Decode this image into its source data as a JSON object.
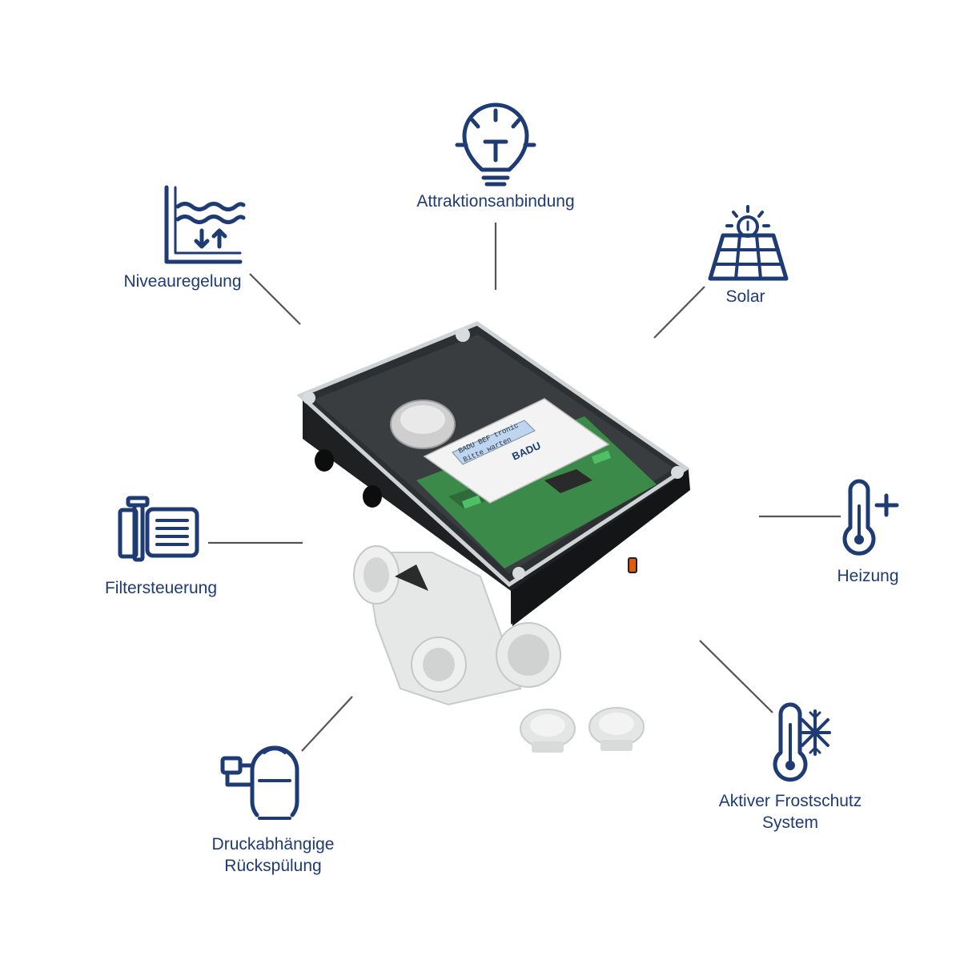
{
  "colors": {
    "navy": "#1f3b73",
    "connector": "#555555",
    "lid": "#2a2d30",
    "housing": "#1d1f21",
    "valve": "#e9ebea",
    "pcb": "#3c8a4a"
  },
  "device": {
    "panel_brand": "BADU",
    "screen_line1": "BADU BEF tronic",
    "screen_line2": "Bitte warten"
  },
  "features": [
    {
      "id": "niveau",
      "icon": "water-level-icon",
      "lines": [
        "Niveauregelung"
      ]
    },
    {
      "id": "attraktion",
      "icon": "lightbulb-icon",
      "lines": [
        "Attraktionsanbindung"
      ]
    },
    {
      "id": "solar",
      "icon": "solar-panel-icon",
      "lines": [
        "Solar"
      ]
    },
    {
      "id": "filter",
      "icon": "pump-motor-icon",
      "lines": [
        "Filtersteuerung"
      ]
    },
    {
      "id": "heizung",
      "icon": "thermometer-plus-icon",
      "lines": [
        "Heizung"
      ]
    },
    {
      "id": "rueckspuelung",
      "icon": "sand-filter-icon",
      "lines": [
        "Druckabhängige",
        "Rückspülung"
      ]
    },
    {
      "id": "frostschutz",
      "icon": "thermometer-snowflake-icon",
      "lines": [
        "Aktiver Frostschutz",
        "System"
      ]
    }
  ]
}
